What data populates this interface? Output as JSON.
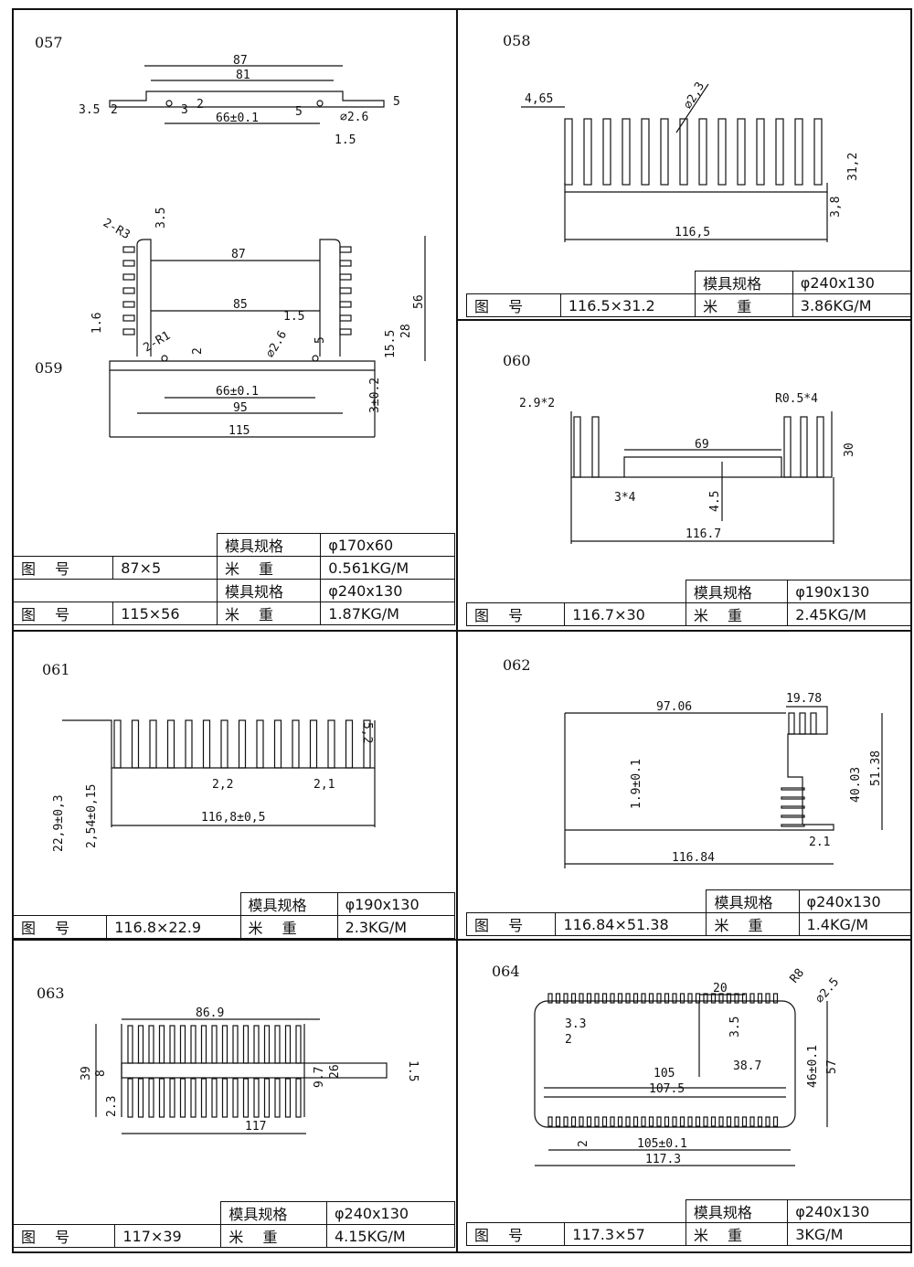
{
  "panels": {
    "p057": {
      "code": "057",
      "dims": [
        "87",
        "81",
        "3.5",
        "2",
        "3",
        "2",
        "66±0.1",
        "5",
        "5",
        "⌀2.6",
        "1.5"
      ]
    },
    "p059": {
      "code": "059",
      "dims": [
        "2-R3",
        "3.5",
        "87",
        "85",
        "1.6",
        "2-R1",
        "2",
        "1.5",
        "⌀2.6",
        "5",
        "15.5",
        "28",
        "56",
        "66±0.1",
        "95",
        "115",
        "3±0.2"
      ]
    },
    "p058": {
      "code": "058",
      "dims": [
        "4,65",
        "⌀2,3",
        "31,2",
        "3,8",
        "116,5"
      ]
    },
    "p060": {
      "code": "060",
      "dims": [
        "2.9*2",
        "R0.5*4",
        "69",
        "30",
        "3*4",
        "4.5",
        "116.7"
      ]
    },
    "p061": {
      "code": "061",
      "dims": [
        "5,2",
        "2,2",
        "2,1",
        "22,9±0,3",
        "2,54±0,15",
        "116,8±0,5"
      ]
    },
    "p062": {
      "code": "062",
      "dims": [
        "19.78",
        "97.06",
        "1.9±0.1",
        "40.03",
        "51.38",
        "2.1",
        "116.84"
      ]
    },
    "p063": {
      "code": "063",
      "dims": [
        "86.9",
        "39",
        "8",
        "2.3",
        "9.7",
        "26",
        "1.5",
        "117"
      ]
    },
    "p064": {
      "code": "064",
      "dims": [
        "20",
        "R8",
        "⌀2.5",
        "3.3",
        "2",
        "3.5",
        "105",
        "38.7",
        "107.5",
        "46±0.1",
        "57",
        "2",
        "105±0.1",
        "117.3"
      ]
    }
  },
  "labels": {
    "mold_spec": "模具规格",
    "drawing_no": "图 号",
    "weight": "米 重"
  },
  "tables": {
    "p057": {
      "mold": "φ170x60",
      "no": "87×5",
      "weight": "0.561KG/M"
    },
    "p059": {
      "mold": "φ240x130",
      "no": "115×56",
      "weight": "1.87KG/M"
    },
    "p058": {
      "mold": "φ240x130",
      "no": "116.5×31.2",
      "weight": "3.86KG/M"
    },
    "p060": {
      "mold": "φ190x130",
      "no": "116.7×30",
      "weight": "2.45KG/M"
    },
    "p061": {
      "mold": "φ190x130",
      "no": "116.8×22.9",
      "weight": "2.3KG/M"
    },
    "p062": {
      "mold": "φ240x130",
      "no": "116.84×51.38",
      "weight": "1.4KG/M"
    },
    "p063": {
      "mold": "φ240x130",
      "no": "117×39",
      "weight": "4.15KG/M"
    },
    "p064": {
      "mold": "φ240x130",
      "no": "117.3×57",
      "weight": "3KG/M"
    }
  }
}
